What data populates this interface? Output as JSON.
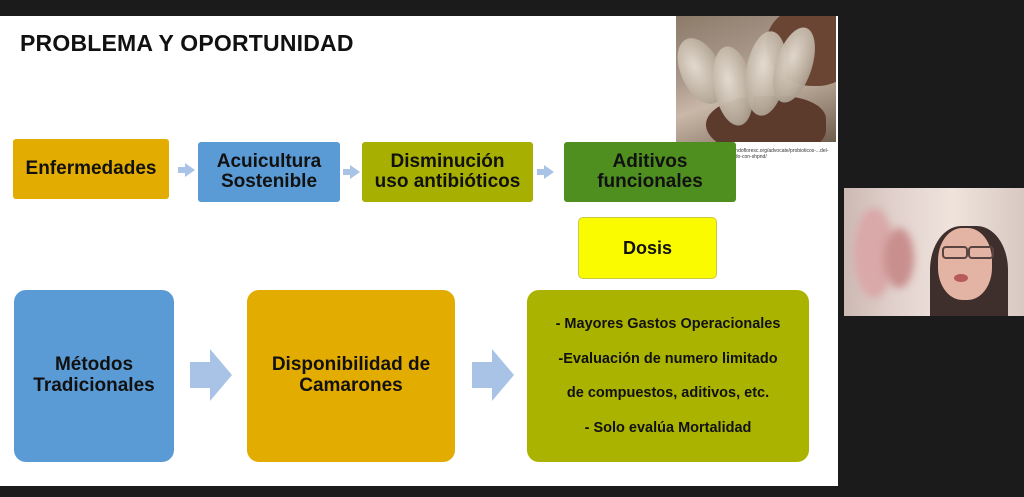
{
  "slide": {
    "title": "PROBLEMA Y OPORTUNIDAD",
    "photo_credit": "https://www.orlandofloresc.org/advocate/probioticos-...del-pacifico-desafiado-con-shpnd/",
    "flow_row": [
      {
        "label": "Enfermedades",
        "color": "#e3ac00"
      },
      {
        "label": "Acuicultura\nSostenible",
        "color": "#5b9bd5"
      },
      {
        "label": "Disminución\nuso antibióticos",
        "color": "#a7b000"
      },
      {
        "label": "Aditivos\nfuncionales",
        "color": "#4e8f1f"
      }
    ],
    "dosis": {
      "label": "Dosis",
      "color": "#fbfb00"
    },
    "bottom_row": [
      {
        "label": "Métodos\nTradicionales",
        "color": "#5b9bd5"
      },
      {
        "label": "Disponibilidad de\nCamarones",
        "color": "#e3ac00"
      }
    ],
    "list_box": {
      "color": "#aab300",
      "items": [
        "- Mayores Gastos Operacionales",
        "-Evaluación de numero limitado",
        "de compuestos, aditivos, etc.",
        "- Solo evalúa Mortalidad"
      ]
    }
  }
}
